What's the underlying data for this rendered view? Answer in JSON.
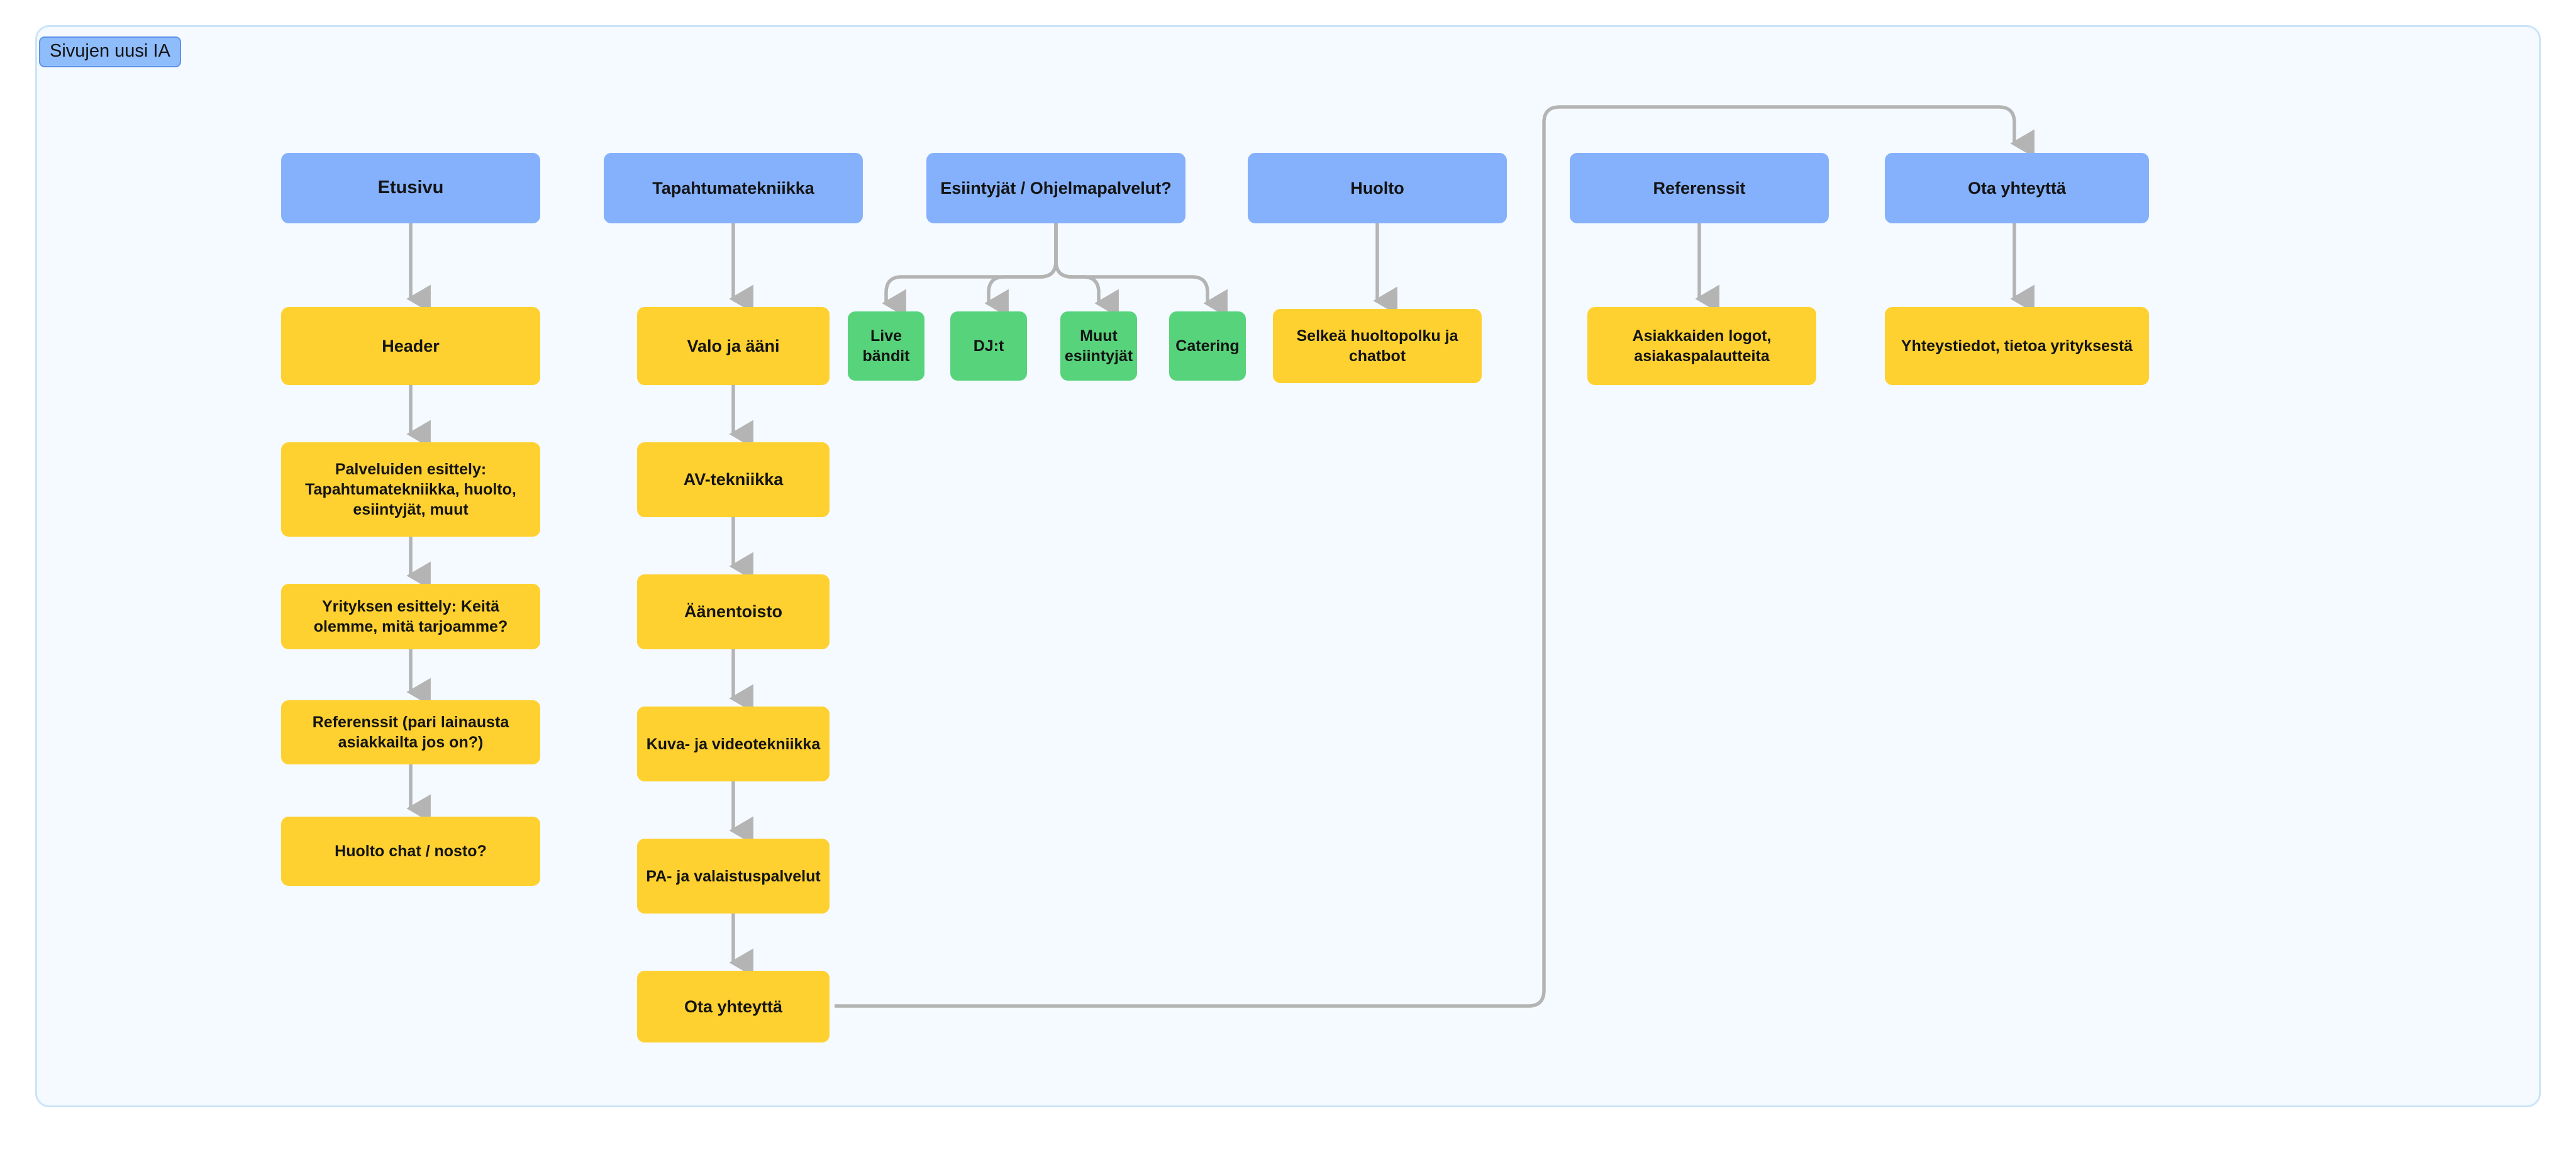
{
  "diagram": {
    "title": "Sivujen uusi IA",
    "colors": {
      "primary_node": "#85b1fc",
      "content_node": "#ffd130",
      "category_node": "#57d37b",
      "edge": "#b0b0b0",
      "canvas": "#f4faff",
      "frame_border": "#cbe4f7",
      "badge": "#8fbcfb",
      "text": "#141414"
    },
    "columns": [
      {
        "name": "etusivu",
        "root": "Etusivu",
        "children": [
          "Header",
          "Palveluiden esittely: Tapahtumatekniikka, huolto, esiintyjät, muut",
          "Yrityksen esittely: Keitä olemme, mitä tarjoamme?",
          "Referenssit (pari lainausta asiakkailta jos on?)",
          "Huolto chat / nosto?"
        ]
      },
      {
        "name": "tapahtumatekniikka",
        "root": "Tapahtumatekniikka",
        "children": [
          "Valo ja ääni",
          "AV-tekniikka",
          "Äänentoisto",
          "Kuva- ja videotekniikka",
          "PA- ja valaistuspalvelut",
          "Ota yhteyttä"
        ]
      },
      {
        "name": "esiintyjat",
        "root": "Esiintyjät / Ohjelmapalvelut?",
        "children": [
          "Live bändit",
          "DJ:t",
          "Muut esiintyjät",
          "Catering"
        ]
      },
      {
        "name": "huolto",
        "root": "Huolto",
        "children": [
          "Selkeä huoltopolku ja chatbot"
        ]
      },
      {
        "name": "referenssit",
        "root": "Referenssit",
        "children": [
          "Asiakkaiden logot, asiakaspalautteita"
        ]
      },
      {
        "name": "ota-yhteytta",
        "root": "Ota yhteyttä",
        "children": [
          "Yhteystiedot, tietoa yrityksestä"
        ]
      }
    ],
    "nodes": {
      "etusivu": "Etusivu",
      "header": "Header",
      "palveluiden_esittely": "Palveluiden esittely: Tapahtumatekniikka, huolto, esiintyjät, muut",
      "yrityksen_esittely": "Yrityksen esittely: Keitä olemme, mitä tarjoamme?",
      "referenssit_lainaukset": "Referenssit (pari lainausta asiakkailta jos on?)",
      "huolto_chat": "Huolto chat / nosto?",
      "tapahtumatekniikka": "Tapahtumatekniikka",
      "valo_ja_aani": "Valo ja ääni",
      "av_tekniikka": "AV-tekniikka",
      "aanentoisto": "Äänentoisto",
      "kuva_video": "Kuva- ja videotekniikka",
      "pa_valaistus": "PA- ja valaistuspalvelut",
      "ota_yhteytta_bottom": "Ota yhteyttä",
      "esiintyjat": "Esiintyjät / Ohjelmapalvelut?",
      "live_bandit": "Live bändit",
      "djt": "DJ:t",
      "muut_esiintyjat": "Muut esiintyjät",
      "catering": "Catering",
      "huolto": "Huolto",
      "huoltopolku": "Selkeä huoltopolku ja chatbot",
      "referenssit": "Referenssit",
      "asiakkaiden_logot": "Asiakkaiden logot, asiakaspalautteita",
      "ota_yhteytta_top": "Ota yhteyttä",
      "yhteystiedot": "Yhteystiedot, tietoa yrityksestä"
    }
  }
}
